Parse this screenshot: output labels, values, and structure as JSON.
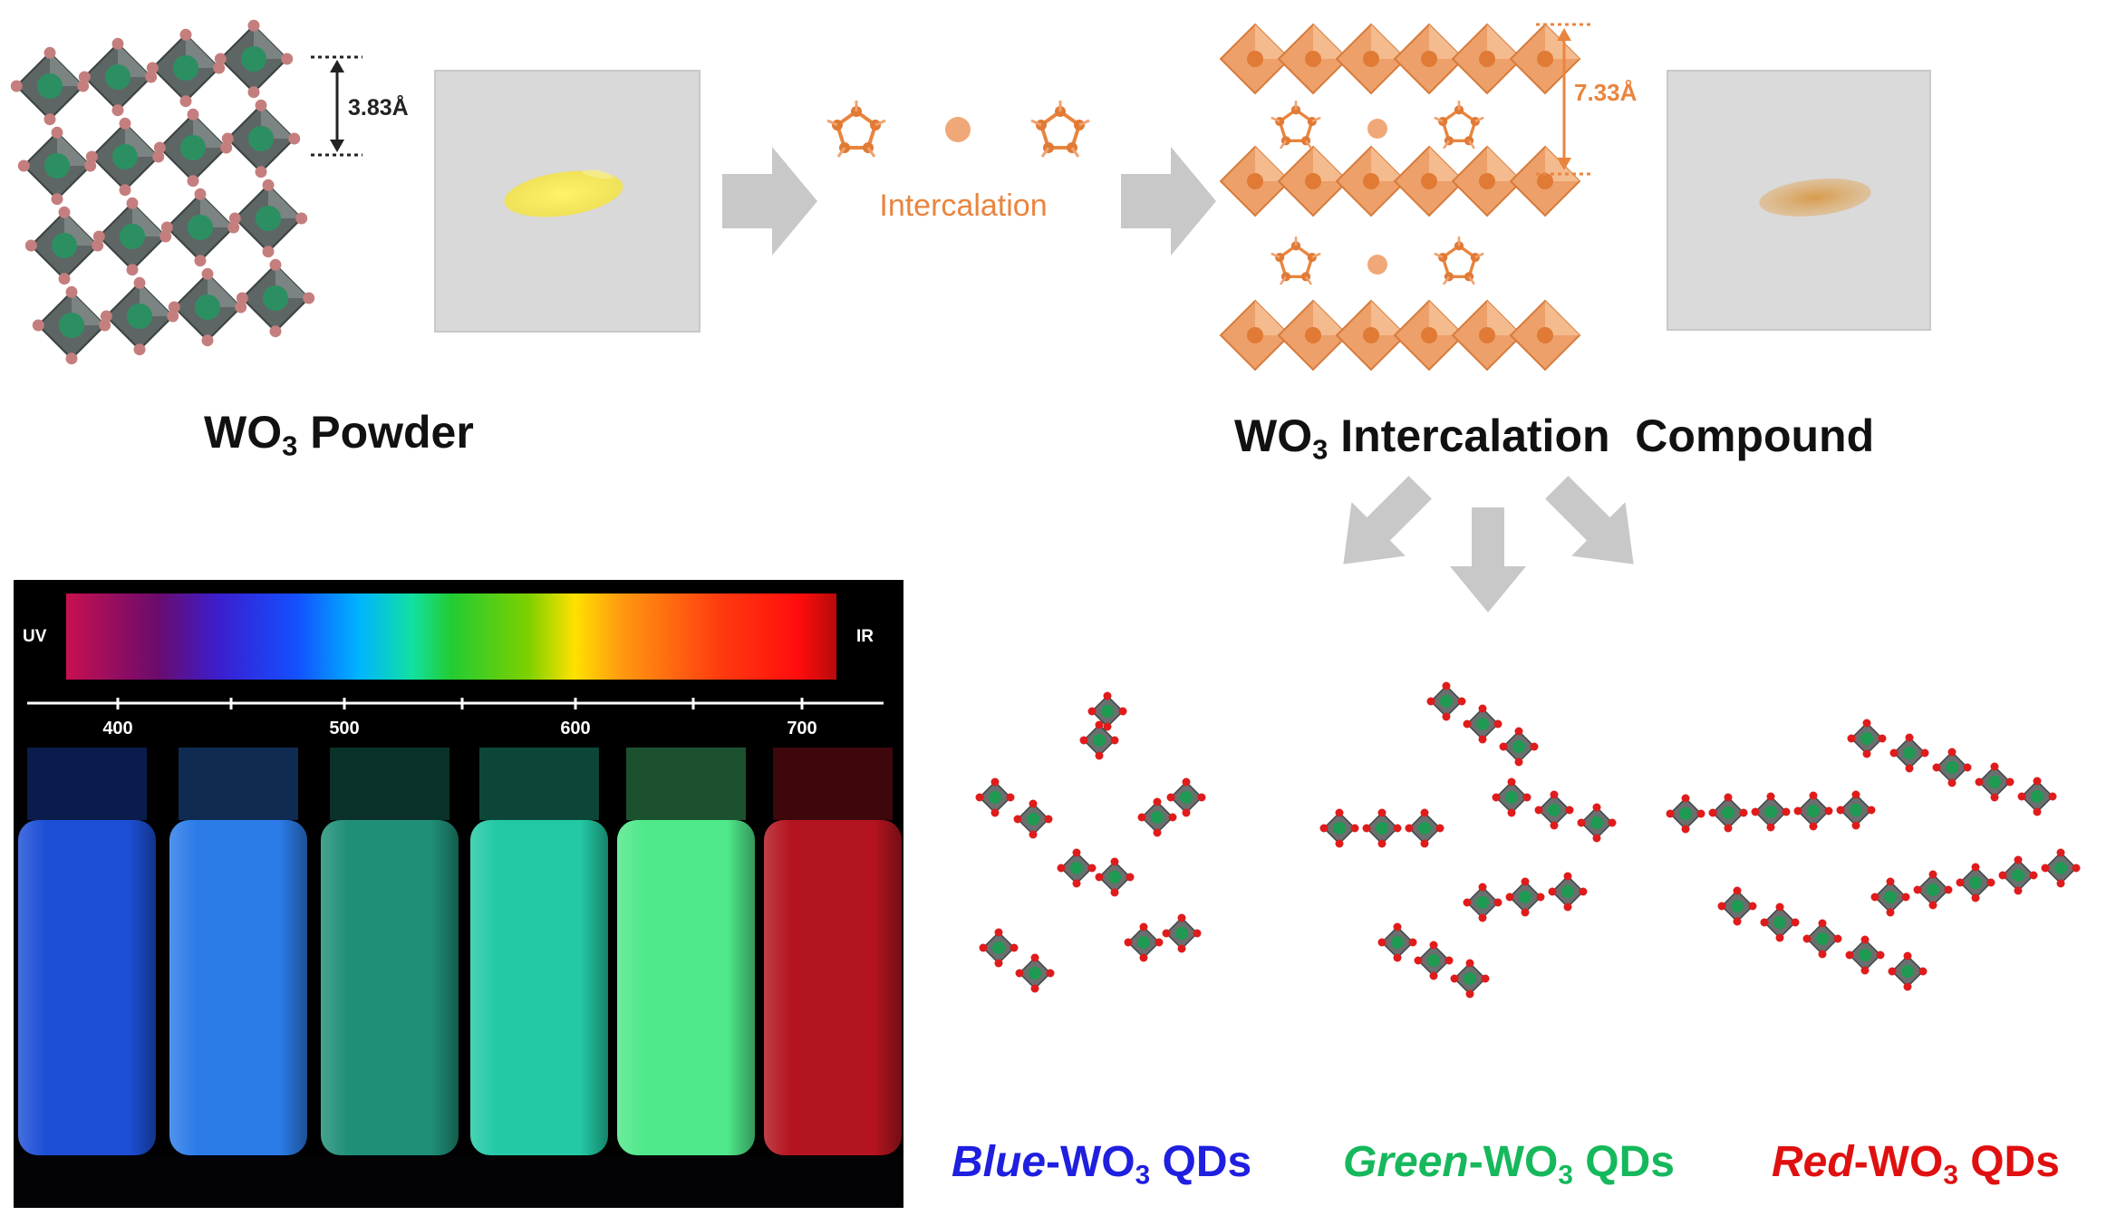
{
  "colors": {
    "orange": "#e9853f",
    "orange_dark": "#c8611e",
    "arrow_gray": "#c8c8c8",
    "octa_gray": "#5e6665",
    "octa_green": "#1f9a52",
    "oxygen_pink": "#c57e7e",
    "oxygen_red": "#e01b1b",
    "blue_text": "#1f1fe0",
    "green_text": "#16b85c",
    "red_text": "#e01010"
  },
  "top": {
    "spacing_left": "3.83Å",
    "spacing_right": "7.33Å",
    "process_label": "Intercalation",
    "left_caption": {
      "main": "WO",
      "sub": "3",
      "rest": " Powder"
    },
    "right_caption": {
      "main": "WO",
      "sub": "3",
      "rest": " Intercalation  Compound"
    }
  },
  "spectrum": {
    "left_label": "UV",
    "right_label": "IR",
    "ticks": [
      "400",
      "500",
      "600",
      "700"
    ]
  },
  "qds": [
    {
      "prefix": "Blue",
      "mid": "-WO",
      "sub": "3",
      "rest": " QDs",
      "color": "#1f1fe0"
    },
    {
      "prefix": "Green",
      "mid": "-WO",
      "sub": "3",
      "rest": " QDs",
      "color": "#16b85c"
    },
    {
      "prefix": "Red",
      "mid": "-WO",
      "sub": "3",
      "rest": " QDs",
      "color": "#e01010"
    }
  ],
  "vials": [
    "#1c4fd6",
    "#2b7be8",
    "#1f8f78",
    "#22c9a4",
    "#4fe88a",
    "#b3141f"
  ]
}
